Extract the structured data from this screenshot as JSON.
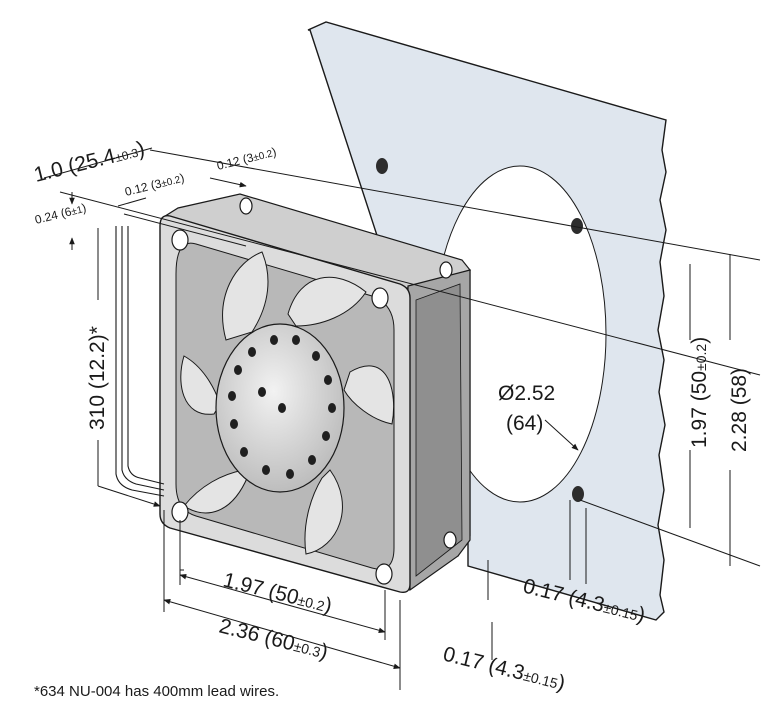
{
  "dimensions": {
    "depth_main": "1.0 (25.4",
    "depth_tol": "±0.3",
    "depth_close": ")",
    "flange_top_main": "0.12 (3",
    "flange_top_tol": "±0.2",
    "flange_top_close": ")",
    "flange_front_main": "0.12 (3",
    "flange_front_tol": "±0.2",
    "flange_front_close": ")",
    "lead_offset_main": "0.24 (6",
    "lead_offset_tol": "±1",
    "lead_offset_close": ")",
    "lead_length": "310 (12.2)*",
    "hole_spacing_v_main": "1.97 (50",
    "hole_spacing_v_tol": "±0.2",
    "hole_spacing_v_close": ")",
    "height": "2.28 (58)",
    "cutout_diameter_line1": "Ø2.52",
    "cutout_diameter_line2": "(64)",
    "hole_spacing_h_main": "1.97 (50",
    "hole_spacing_h_tol": "±0.2",
    "hole_spacing_h_close": ")",
    "width_main": "2.36 (60",
    "width_tol": "±0.3",
    "width_close": ")",
    "hole_dia_upper_main": "0.17 (4.3",
    "hole_dia_upper_tol": "±0.15",
    "hole_dia_upper_close": ")",
    "hole_dia_lower_main": "0.17 (4.3",
    "hole_dia_lower_tol": "±0.15",
    "hole_dia_lower_close": ")"
  },
  "footnote": "*634 NU-004 has 400mm lead wires.",
  "colors": {
    "panel": "#dfe6ee",
    "fan_light": "#e3e3e3",
    "fan_mid": "#c4c4c4",
    "fan_dark": "#9a9a9a",
    "line": "#1a1a1a"
  }
}
